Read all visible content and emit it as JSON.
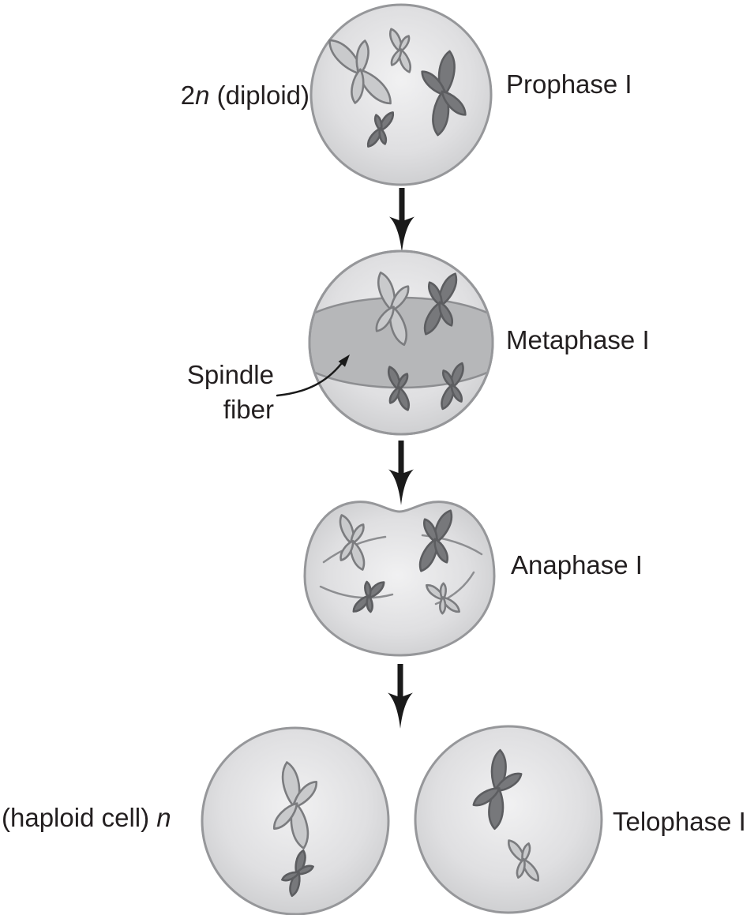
{
  "stages": [
    {
      "label": "Prophase I"
    },
    {
      "label": "Metaphase I"
    },
    {
      "label": "Anaphase I"
    },
    {
      "label": "Telophase I"
    }
  ],
  "annotations": {
    "ploidy_top": {
      "number": "2",
      "symbol": "n",
      "rest": " (diploid)"
    },
    "ploidy_bottom": {
      "rest": "(haploid cell) ",
      "symbol": "n"
    },
    "spindle_fiber": {
      "line1": "Spindle",
      "line2": "fiber"
    }
  },
  "cells": {
    "prophase": {
      "shape": "circle",
      "chromosomes": [
        {
          "tone": "light",
          "size": "large"
        },
        {
          "tone": "light",
          "size": "small"
        },
        {
          "tone": "dark",
          "size": "large"
        },
        {
          "tone": "dark",
          "size": "small"
        }
      ]
    },
    "metaphase": {
      "shape": "circle-with-spindle-band",
      "chromosomes": [
        {
          "tone": "light",
          "size": "large"
        },
        {
          "tone": "dark",
          "size": "large"
        },
        {
          "tone": "dark",
          "size": "small"
        },
        {
          "tone": "dark",
          "size": "small"
        }
      ]
    },
    "anaphase": {
      "shape": "indented-bean",
      "chromosomes": [
        {
          "tone": "light",
          "size": "medium"
        },
        {
          "tone": "dark",
          "size": "large"
        },
        {
          "tone": "dark",
          "size": "small"
        },
        {
          "tone": "light",
          "size": "small"
        }
      ]
    },
    "telophase_left": {
      "shape": "circle",
      "chromosomes": [
        {
          "tone": "light",
          "size": "large"
        },
        {
          "tone": "dark",
          "size": "small"
        }
      ]
    },
    "telophase_right": {
      "shape": "circle",
      "chromosomes": [
        {
          "tone": "dark",
          "size": "large"
        },
        {
          "tone": "light",
          "size": "small"
        }
      ]
    }
  },
  "colors": {
    "text": "#231f20",
    "arrow": "#1a1a1a",
    "cell_border": "#96979a",
    "cell_center": "#f1f1f2",
    "cell_mid": "#dfdfe1",
    "cell_edge": "#c3c4c6",
    "band_fill": "#b6b7b9",
    "band_edge": "#8d8e91",
    "fiber": "#8d8e91",
    "chr_light_fill": "#c9cacc",
    "chr_light_stroke": "#7b7c7f",
    "chr_dark_fill": "#77787b",
    "chr_dark_stroke": "#5c5d60"
  }
}
